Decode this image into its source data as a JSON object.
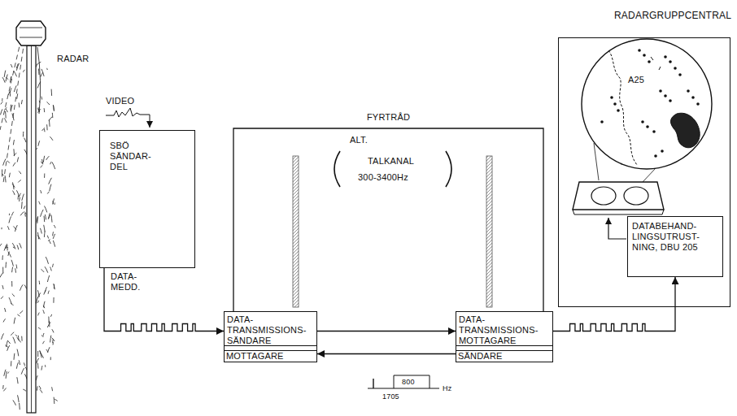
{
  "diagram": {
    "nodes": [
      {
        "text": [
          "SBÖ SÄNDAR- DEL"
        ]
      },
      {
        "text": [
          "DATA- TRANSMISSIONS- SÄNDARE"
        ]
      },
      {
        "text": [
          "MOTTAGARE"
        ]
      },
      {
        "text": [
          "DATA- TRANSMISSIONS- MOTTAGARE"
        ]
      },
      {
        "text": [
          "SÄNDARE"
        ]
      },
      {
        "text": [
          "RADARGRUPPCENTRAL"
        ]
      },
      {
        "text": [
          "DATABEHAND- LINGSUTRUST- NING, DBU 205"
        ],
        "in": 5
      }
    ],
    "edges": [
      {
        "from": 0,
        "to": 1,
        "arrow": "to",
        "label": "DATA- MEDD."
      },
      {
        "from": 1,
        "to": 3,
        "arrow": "to"
      },
      {
        "from": 1,
        "to": 3,
        "arrow": "none",
        "label": "FYRTRÅD"
      },
      {
        "from": 4,
        "to": 2,
        "arrow": "to"
      },
      {
        "from": 3,
        "to": 6,
        "arrow": "to"
      }
    ],
    "labels": [
      "RADAR",
      "VIDEO",
      "ALT.",
      "TALKANAL",
      "300-3400Hz",
      "A25",
      "800",
      "1705",
      "Hz"
    ]
  }
}
